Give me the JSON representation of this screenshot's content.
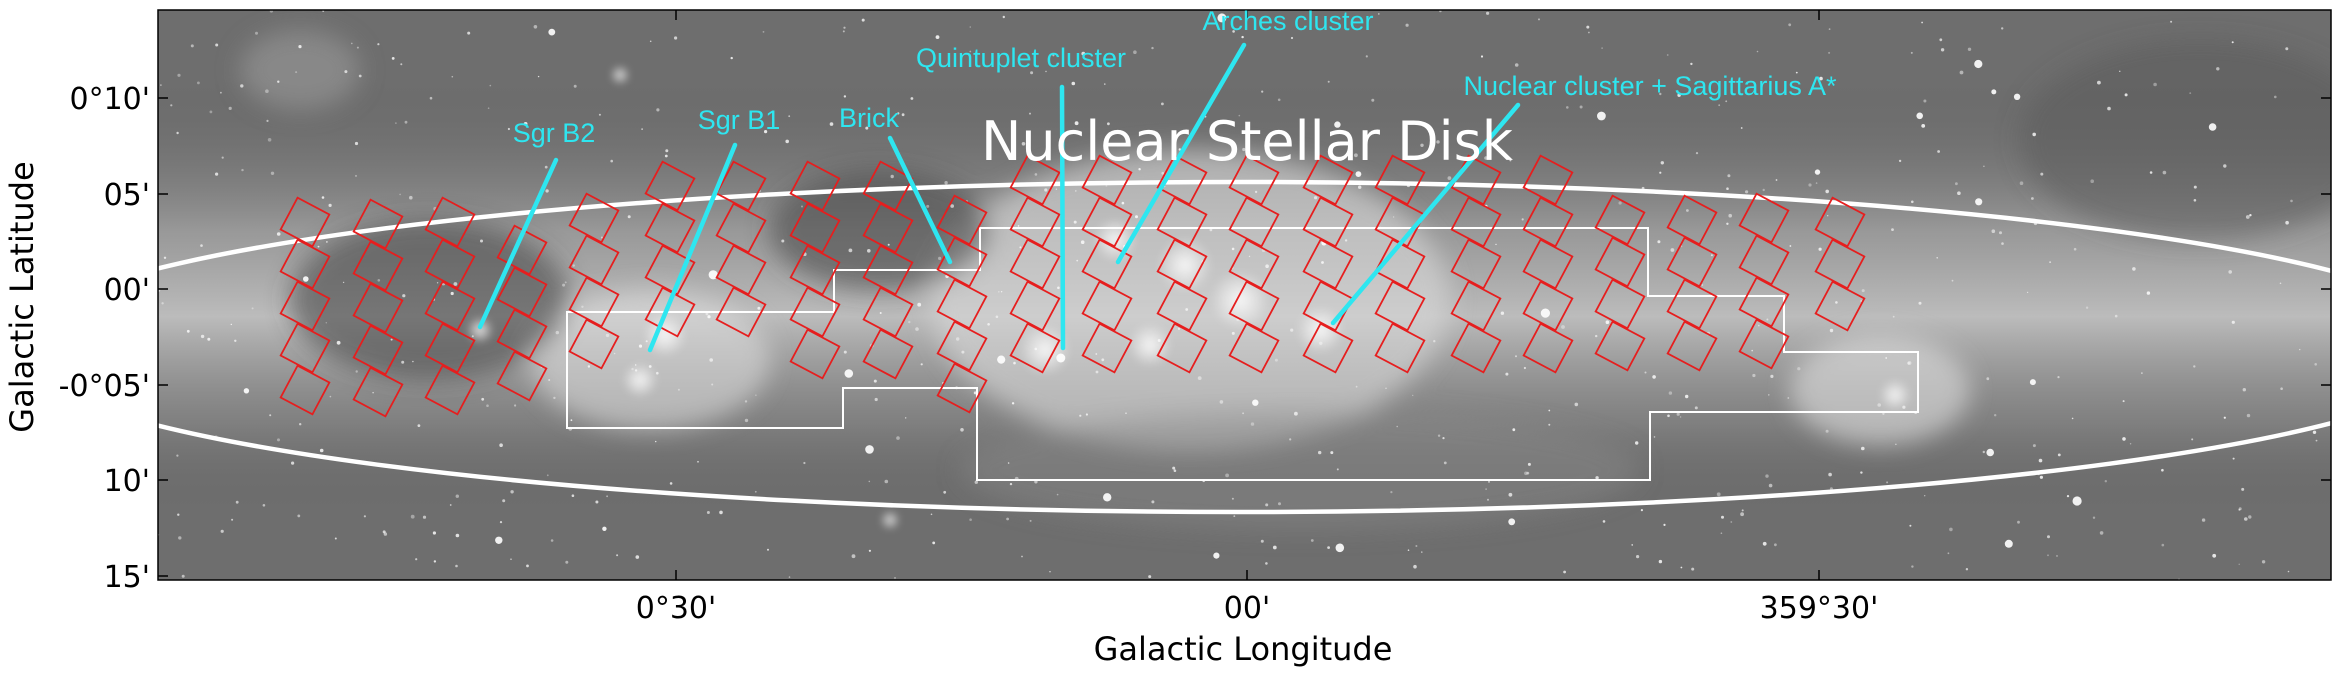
{
  "figure": {
    "x_axis_label": "Galactic Longitude",
    "y_axis_label": "Galactic Latitude",
    "x_ticks": [
      "0°30'",
      "00'",
      "359°30'"
    ],
    "y_ticks": [
      "0°10'",
      "05'",
      "00'",
      "-0°05'",
      "10'",
      "15'"
    ],
    "region_title": "Nuclear Stellar Disk",
    "annotations": [
      "Sgr B2",
      "Sgr B1",
      "Brick",
      "Quintuplet cluster",
      "Arches cluster",
      "Nuclear cluster + Sagittarius A*"
    ],
    "colors": {
      "annotation": "#2ee6f0",
      "field_outline": "#e61e1e",
      "coverage_outline": "#ffffff",
      "disk_ellipse": "#ffffff"
    }
  }
}
